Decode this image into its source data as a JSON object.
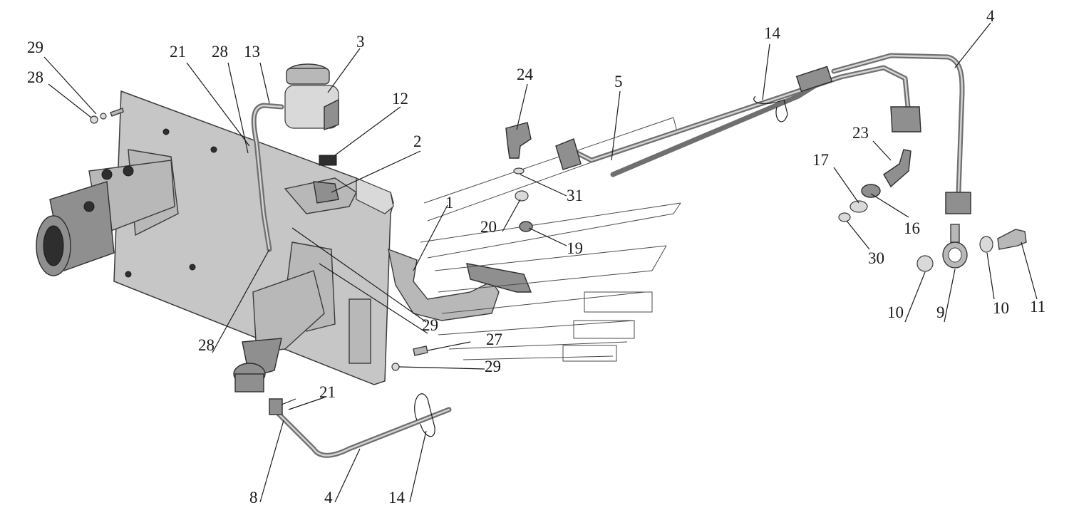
{
  "diagram": {
    "callouts": [
      {
        "id": "c29a",
        "text": "29"
      },
      {
        "id": "c28a",
        "text": "28"
      },
      {
        "id": "c21a",
        "text": "21"
      },
      {
        "id": "c28b",
        "text": "28"
      },
      {
        "id": "c13",
        "text": "13"
      },
      {
        "id": "c3",
        "text": "3"
      },
      {
        "id": "c12",
        "text": "12"
      },
      {
        "id": "c2",
        "text": "2"
      },
      {
        "id": "c24",
        "text": "24"
      },
      {
        "id": "c5",
        "text": "5"
      },
      {
        "id": "c14a",
        "text": "14"
      },
      {
        "id": "c4a",
        "text": "4"
      },
      {
        "id": "c23",
        "text": "23"
      },
      {
        "id": "c17",
        "text": "17"
      },
      {
        "id": "c16",
        "text": "16"
      },
      {
        "id": "c30",
        "text": "30"
      },
      {
        "id": "c31",
        "text": "31"
      },
      {
        "id": "c20",
        "text": "20"
      },
      {
        "id": "c19",
        "text": "19"
      },
      {
        "id": "c1",
        "text": "1"
      },
      {
        "id": "c29b",
        "text": "29"
      },
      {
        "id": "c27",
        "text": "27"
      },
      {
        "id": "c29c",
        "text": "29"
      },
      {
        "id": "c28c",
        "text": "28"
      },
      {
        "id": "c21b",
        "text": "21"
      },
      {
        "id": "c8",
        "text": "8"
      },
      {
        "id": "c4b",
        "text": "4"
      },
      {
        "id": "c14b",
        "text": "14"
      },
      {
        "id": "c10a",
        "text": "10"
      },
      {
        "id": "c9",
        "text": "9"
      },
      {
        "id": "c10b",
        "text": "10"
      },
      {
        "id": "c11",
        "text": "11"
      }
    ]
  }
}
